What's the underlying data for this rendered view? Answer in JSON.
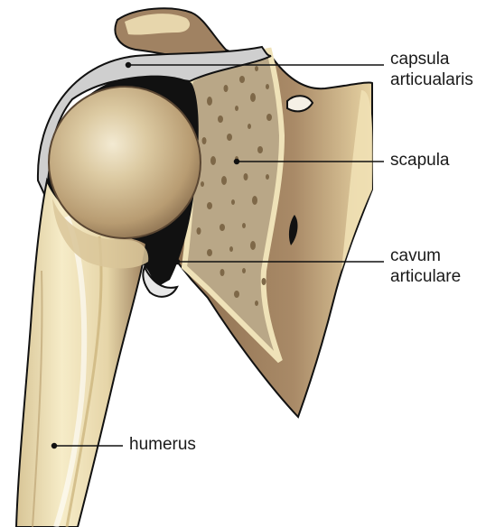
{
  "labels": {
    "capsula": {
      "line1": "capsula",
      "line2": "articualaris"
    },
    "scapula": "scapula",
    "cavum": {
      "line1": "cavum",
      "line2": "articulare"
    },
    "humerus": "humerus"
  },
  "colors": {
    "bone_fill": "#a08262",
    "bone_light": "#efe2b8",
    "spongy": "#b7a684",
    "head": "#c9b48c",
    "capsule": "#c8c8c8",
    "outline": "#111111"
  }
}
